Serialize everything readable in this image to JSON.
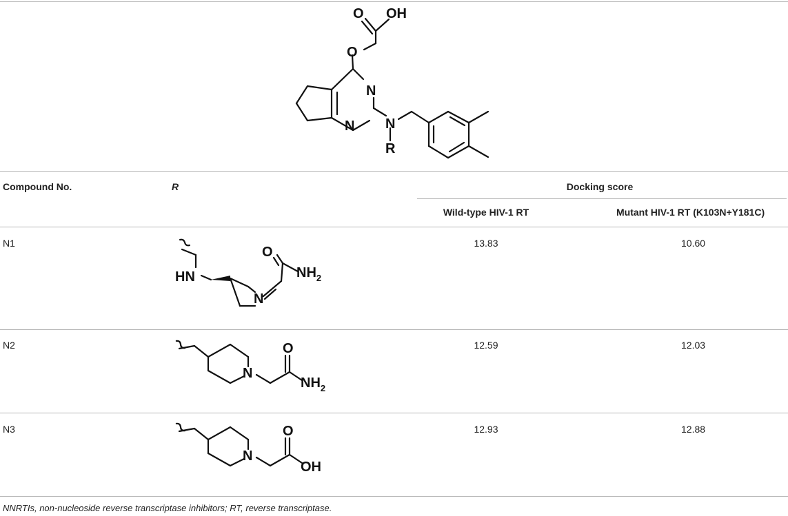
{
  "scaffold": {
    "atom_labels": {
      "o_carbonyl": "O",
      "oh": "OH",
      "o_ether": "O",
      "n_ring_upper": "N",
      "n_ring_lower": "N",
      "n_amine": "N",
      "r_group": "R"
    }
  },
  "table": {
    "headers": {
      "compound": "Compound No.",
      "r": "R",
      "docking": "Docking score",
      "wild": "Wild-type HIV-1 RT",
      "mutant": "Mutant HIV-1 RT (K103N+Y181C)"
    },
    "rows": [
      {
        "id": "N1",
        "wild": "13.83",
        "mutant": "10.60",
        "labels": {
          "hn": "HN",
          "n": "N",
          "o": "O",
          "nh2": "NH",
          "sub": "2"
        }
      },
      {
        "id": "N2",
        "wild": "12.59",
        "mutant": "12.03",
        "labels": {
          "n": "N",
          "o": "O",
          "nh2": "NH",
          "sub": "2"
        }
      },
      {
        "id": "N3",
        "wild": "12.93",
        "mutant": "12.88",
        "labels": {
          "n": "N",
          "o": "O",
          "oh": "OH"
        }
      }
    ]
  },
  "footnote": "NNRTIs, non-nucleoside reverse transcriptase inhibitors; RT, reverse transcriptase."
}
